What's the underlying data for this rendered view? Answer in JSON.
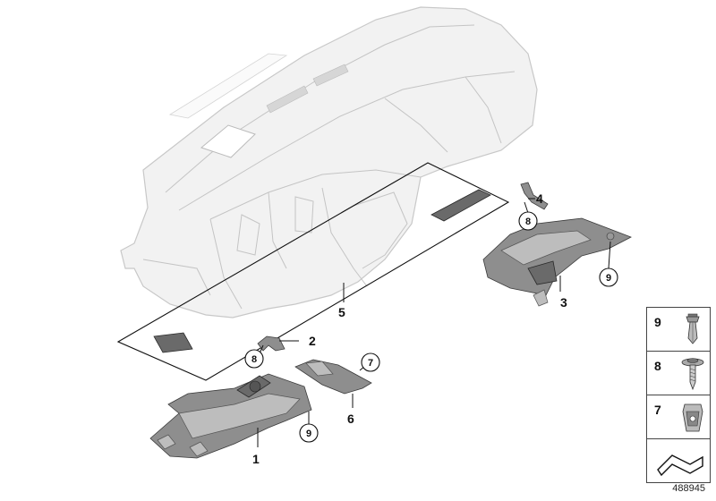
{
  "diagram": {
    "callouts": {
      "c1": "1",
      "c2": "2",
      "c3": "3",
      "c4": "4",
      "c5": "5",
      "c6": "6",
      "c7": "7",
      "c8a": "8",
      "c8b": "8",
      "c9a": "9",
      "c9b": "9"
    }
  },
  "legend": [
    {
      "number": "9",
      "icon": "expanding-rivet-icon"
    },
    {
      "number": "8",
      "icon": "screw-with-washer-icon"
    },
    {
      "number": "7",
      "icon": "spring-nut-clip-icon"
    },
    {
      "number": "",
      "icon": "part-group-symbol-icon"
    }
  ],
  "document_id": "488945"
}
